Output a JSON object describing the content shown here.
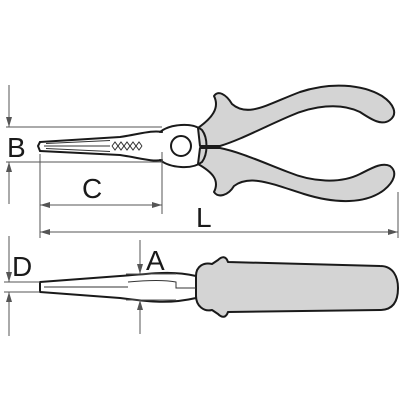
{
  "labels": {
    "A": "A",
    "B": "B",
    "C": "C",
    "D": "D",
    "L": "L"
  },
  "colors": {
    "outline": "#1a1a1a",
    "handle_fill": "#d4d4d4",
    "dimension_lines": "#555555",
    "background": "#ffffff"
  }
}
